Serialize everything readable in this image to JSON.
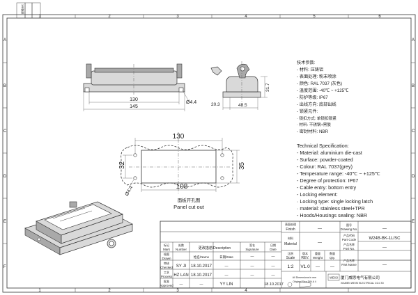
{
  "frame": {
    "columns": [
      "1",
      "2",
      "3",
      "4",
      "5",
      "6"
    ],
    "rows": [
      "A",
      "B",
      "C",
      "D",
      "E",
      "F"
    ],
    "corner_tag": "3州装配"
  },
  "front_view": {
    "dim_130": "130",
    "dim_145": "145",
    "dim_hole": "Ø4.4"
  },
  "side_view": {
    "dim_20_3": "20.3",
    "dim_48_5": "48.5",
    "dim_31_7": "31.7"
  },
  "cutout": {
    "dim_130": "130",
    "dim_108": "108",
    "dim_32": "32",
    "dim_35": "35",
    "dim_hole": "Ø4.4",
    "caption_cn": "面板开孔图",
    "caption_en": "Panel cut out"
  },
  "specs_cn": {
    "title": "技术参数:",
    "lines": [
      "- 材料: 压铸铝",
      "- 表面处理: 粉末喷涂",
      "- 颜色: RAL 7037 (灰色)",
      "- 温度范围: -40℃ ~ +125℃",
      "- 防护等级: IP67",
      "- 出线方向: 底部出线",
      "- 锁紧元件:",
      "   · 锁扣方式: 单锁扣锁紧",
      "   · 材料: 不锈钢+黑胶",
      "- 密封材料: NBR"
    ]
  },
  "specs_en": {
    "title": "Technical Specification:",
    "lines": [
      "- Material: aluminium die-cast",
      "- Surface: powder-coated",
      "- Colour: RAL 7037(grey)",
      "- Temperature range: -40℃ ~ +125℃",
      "- Degree of protection: IP67",
      "- Cable entry: bottom entry",
      "- Locking element:",
      "   · Locking type: single locking latch",
      "   · material: stainless steel+TPR",
      "- Hoods/Housings sealing: NBR"
    ]
  },
  "title_block": {
    "finish_cn": "表面处理",
    "finish_en": "Finish",
    "finish_val": "—",
    "material_cn": "材料",
    "material_en": "Material",
    "material_val": "—",
    "drawing_no_cn": "图号",
    "drawing_no_en": "Drawing No.",
    "drawing_no_val": "—",
    "part_code_cn": "产品代码",
    "part_code_en": "Part Code",
    "part_code_val": "W24B-BK-1L/SC",
    "part_no_cn": "产品名称",
    "part_no_en": "Port No.",
    "part_no_val": "—",
    "part_name_cn": "产品名称",
    "part_name_en": "Part Name",
    "part_name_val": "—",
    "scale_cn": "比例",
    "scale_en": "Scale",
    "scale_val": "1:2",
    "rev_cn": "版本",
    "rev_en": "REV.",
    "rev_val": "V1.0",
    "weight_cn": "重量",
    "weight_en": "Weight",
    "weight_val": "—",
    "qty_cn": "数量",
    "qty_en": "Qty.",
    "qty_val": "—",
    "hdr_mark_cn": "标记",
    "hdr_mark_en": "Mark",
    "hdr_num_cn": "处数",
    "hdr_num_en": "Number",
    "hdr_desc": "更改描述/Description",
    "hdr_sig_cn": "签名",
    "hdr_sig_en": "Signature",
    "hdr_date_cn": "日期",
    "hdr_date_en": "Date",
    "drawn_cn": "绘图",
    "drawn_en": "Drawn",
    "checked_cn": "审核",
    "checked_en": "Checked",
    "process_cn": "工艺",
    "process_en": "Process",
    "approved_cn": "批准",
    "approved_en": "Approved",
    "name_hdr": "姓名/Name",
    "date_hdr": "日期/Date",
    "drawn_name": "SY JI",
    "drawn_date": "18.10.2017",
    "checked_name": "HZ LAN",
    "checked_date": "18.10.2017",
    "process_name": "—",
    "process_date": "—",
    "approved_name": "YY LIN",
    "approved_date": "18.10.2017",
    "dash": "—",
    "note_1": "All Dimensions in mm",
    "note_2": "Original Size DIN A 4",
    "company_cn": "厦门威思电气有限公司",
    "company_en": "XIAMEN WEISI ELECTRICAL CO.LTD",
    "logo": "WEISI"
  }
}
